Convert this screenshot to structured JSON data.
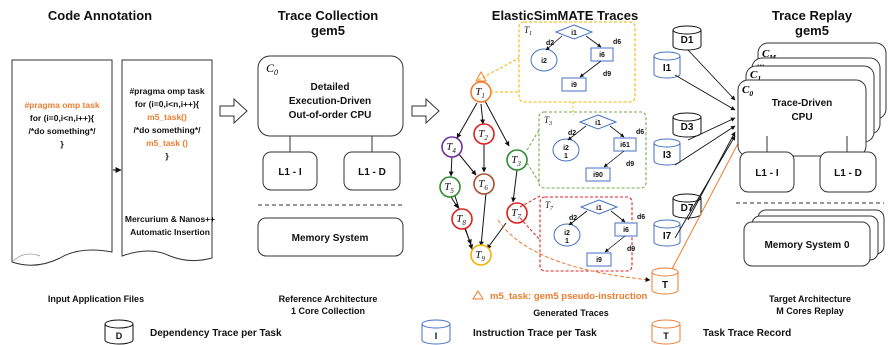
{
  "titles": {
    "code_annotation": "Code Annotation",
    "trace_collection_1": "Trace Collection",
    "trace_collection_2": "gem5",
    "elastic_traces": "ElasticSimMATE Traces",
    "trace_replay_1": "Trace Replay",
    "trace_replay_2": "gem5"
  },
  "code": {
    "left_line1": "#pragma omp task",
    "left_line2": "for (i=0,i<n,i++){",
    "left_line3": "/*do something*/",
    "left_line4": "}",
    "right_line1": "#pragma omp task",
    "right_line2": "for (i=0,i<n,i++){",
    "right_line3": "m5_task()",
    "right_line4": "/*do something*/",
    "right_line5": "m5_task ()",
    "right_line6": "}",
    "insertion_1": "Mercurium & Nanos++",
    "insertion_2": "Automatic Insertion"
  },
  "collection": {
    "core_id": "C",
    "core_sub": "0",
    "cpu_1": "Detailed",
    "cpu_2": "Execution-Driven",
    "cpu_3": "Out-of-order CPU",
    "l1i": "L1 - I",
    "l1d": "L1 - D",
    "memory": "Memory System"
  },
  "tasks": [
    {
      "n": "1",
      "color": "#ED7D31"
    },
    {
      "n": "2",
      "color": "#E02020"
    },
    {
      "n": "3",
      "color": "#2E8B2E"
    },
    {
      "n": "4",
      "color": "#7030A0"
    },
    {
      "n": "5",
      "color": "#2E8B2E"
    },
    {
      "n": "6",
      "color": "#A0522D"
    },
    {
      "n": "7",
      "color": "#E02020"
    },
    {
      "n": "8",
      "color": "#E02020"
    },
    {
      "n": "9",
      "color": "#F0B400"
    }
  ],
  "subgraphs": [
    {
      "task": "1",
      "top": "i1",
      "left": "i2",
      "right": "i6",
      "bottom": "i9",
      "d2": "d2",
      "d6": "d6",
      "d9": "d9",
      "dep": "D1",
      "inst": "I1"
    },
    {
      "task": "3",
      "top": "i1",
      "left": "i2",
      "left_extra": "1",
      "right": "i61",
      "bottom": "i90",
      "d2": "d2",
      "d6": "d6",
      "d9": "d9",
      "dep": "D3",
      "inst": "I3"
    },
    {
      "task": "7",
      "top": "i1",
      "left": "i2",
      "left_extra": "1",
      "right": "i6",
      "bottom": "i9",
      "d2": "d2",
      "d6": "d6",
      "d9": "d9",
      "dep": "D7",
      "inst": "I7"
    }
  ],
  "task_trace": "T",
  "pseudo_note": "m5_task: gem5 pseudo-instruction",
  "replay": {
    "core_m": "C",
    "core_m_sub": "M",
    "core_1": "C",
    "core_1_sub": "1",
    "core_0": "C",
    "core_0_sub": "0",
    "ellipsis": "...",
    "cpu_1": "Trace-Driven",
    "cpu_2": "CPU",
    "l1i": "L1 - I",
    "l1d": "L1 - D",
    "memory": "Memory System 0"
  },
  "captions": {
    "input": "Input Application Files",
    "reference_1": "Reference Architecture",
    "reference_2": "1 Core Collection",
    "generated": "Generated Traces",
    "target_1": "Target Architecture",
    "target_2": "M Cores Replay"
  },
  "legend": {
    "dep_symbol": "D",
    "dep_label": "Dependency Trace per Task",
    "inst_symbol": "I",
    "inst_label": "Instruction Trace per Task",
    "task_symbol": "T",
    "task_label": "Task Trace Record"
  },
  "colors": {
    "orange": "#ED7D31",
    "blue": "#4472C4",
    "green": "#70AD47",
    "red": "#E02020",
    "gold": "#F0B400"
  }
}
